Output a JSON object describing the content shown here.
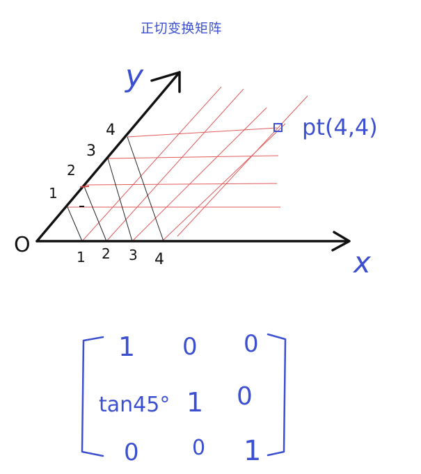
{
  "title": "正切变换矩阵",
  "axes": {
    "origin_label": "O",
    "x_label": "x",
    "y_label": "y",
    "x_ticks": [
      "1",
      "2",
      "3",
      "4"
    ],
    "slanted_ticks": [
      "1",
      "2",
      "3",
      "4"
    ]
  },
  "point_label": "pt(4,4)",
  "matrix": {
    "rows": [
      [
        "1",
        "0",
        "0"
      ],
      [
        "tan45°",
        "1",
        "0"
      ],
      [
        "0",
        "0",
        "1"
      ]
    ]
  },
  "colors": {
    "title": "#3b4fd0",
    "axes": "#111111",
    "grid_red": "#e05a5a",
    "grid_black": "#222222",
    "handwriting_blue": "#3b4fd0"
  }
}
